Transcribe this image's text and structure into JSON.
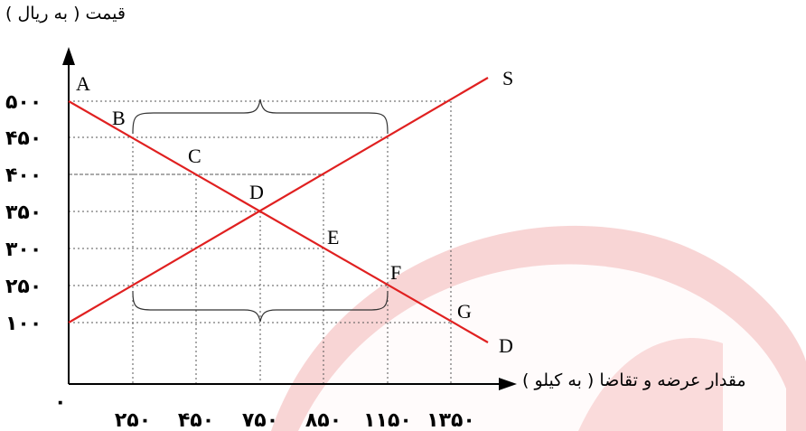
{
  "chart_data": {
    "type": "line",
    "ylabel": "قیمت ( به ریال )",
    "xlabel": "مقدار عرضه و تقاضا ( به کیلو )",
    "origin_label": "۰",
    "x_ticks": [
      "۲۵۰",
      "۴۵۰",
      "۷۵۰",
      "۸۵۰",
      "۱۱۵۰",
      "۱۳۵۰"
    ],
    "y_ticks": [
      "۵۰۰",
      "۴۵۰",
      "۴۰۰",
      "۳۵۰",
      "۳۰۰",
      "۲۵۰",
      "۱۰۰"
    ],
    "series": [
      {
        "name": "S",
        "color": "#e02020",
        "from": [
          "0",
          "۱۰۰"
        ],
        "to": [
          "۱۳۵۰",
          "۵۰۰"
        ]
      },
      {
        "name": "D",
        "color": "#e02020",
        "from": [
          "0",
          "۵۰۰"
        ],
        "to": [
          "۱۳۵۰",
          "۱۰۰"
        ]
      }
    ],
    "points": [
      {
        "label": "A",
        "x": "0",
        "y": "۵۰۰"
      },
      {
        "label": "B",
        "x": "۲۵۰",
        "y": "۴۵۰"
      },
      {
        "label": "C",
        "x": "۴۵۰",
        "y": "۴۰۰"
      },
      {
        "label": "D",
        "x": "۷۵۰",
        "y": "۳۵۰"
      },
      {
        "label": "E",
        "x": "۸۵۰",
        "y": "۳۰۰"
      },
      {
        "label": "F",
        "x": "۱۱۵۰",
        "y": "۲۵۰"
      },
      {
        "label": "G",
        "x": "۱۳۵۰",
        "y": "۱۰۰"
      }
    ],
    "grid": "dotted",
    "braces": [
      "top: B–F at ۴۵۰",
      "bottom: B–F at ۲۵۰"
    ]
  },
  "colors": {
    "curve": "#e02020",
    "axis": "#000000",
    "grid": "#555555",
    "watermark": "#f3b3b3"
  }
}
